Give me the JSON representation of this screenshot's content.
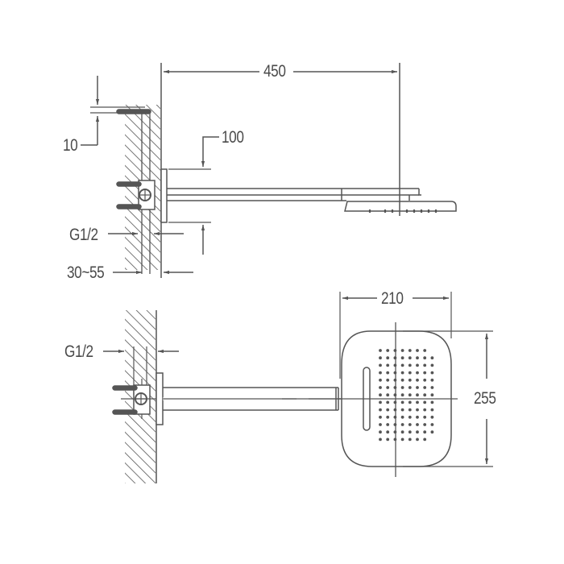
{
  "drawing": {
    "type": "technical dimension drawing - wall-mounted rain shower arm and head",
    "line_color": "#555555",
    "side_view": {
      "dimensions": {
        "arm_length": "450",
        "outlet_offset": "10",
        "flange_height": "100",
        "thread": "G1/2",
        "wall_depth": "30~55"
      }
    },
    "front_view": {
      "dimensions": {
        "thread": "G1/2",
        "head_width": "210",
        "head_height": "255"
      }
    }
  }
}
